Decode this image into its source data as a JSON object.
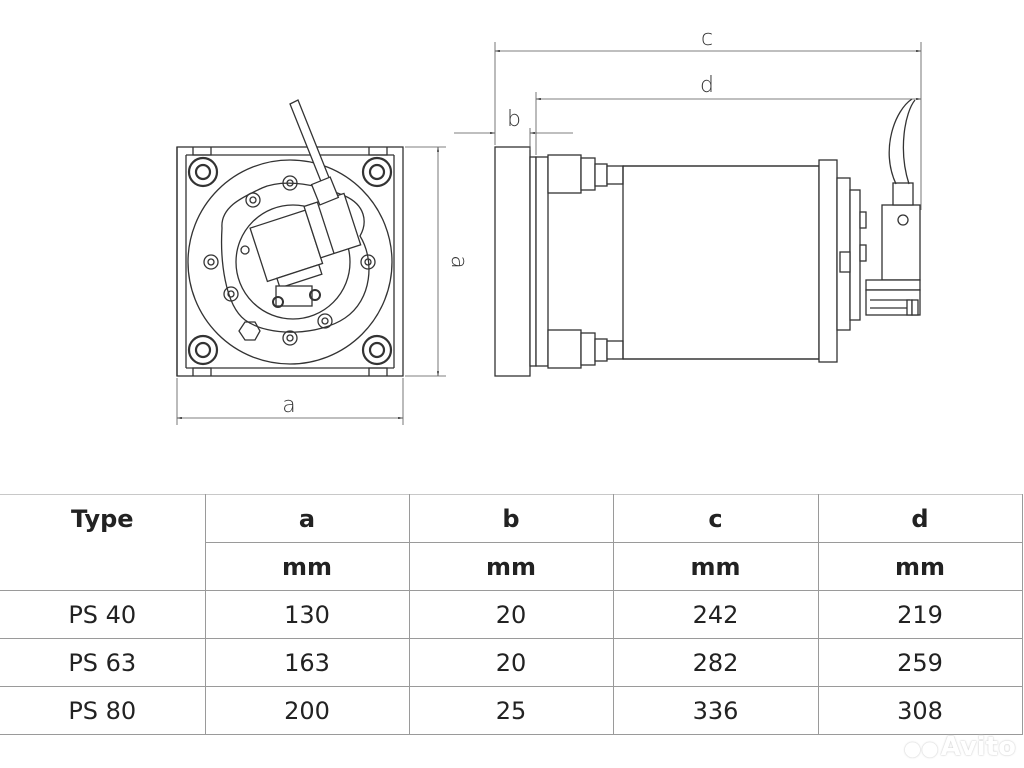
{
  "drawing": {
    "title": "PS pneumatic cylinder dimension drawing",
    "dimension_labels": {
      "a_bottom": "a",
      "a_side": "a",
      "b": "b",
      "c": "c",
      "d": "d"
    }
  },
  "table": {
    "header": {
      "type_label": "Type",
      "columns": [
        {
          "name": "a",
          "unit": "mm"
        },
        {
          "name": "b",
          "unit": "mm"
        },
        {
          "name": "c",
          "unit": "mm"
        },
        {
          "name": "d",
          "unit": "mm"
        }
      ]
    },
    "rows": [
      {
        "type": "PS 40",
        "a": "130",
        "b": "20",
        "c": "242",
        "d": "219"
      },
      {
        "type": "PS 63",
        "a": "163",
        "b": "20",
        "c": "282",
        "d": "259"
      },
      {
        "type": "PS 80",
        "a": "200",
        "b": "25",
        "c": "336",
        "d": "308"
      }
    ]
  },
  "watermark": {
    "text": "Avito"
  }
}
